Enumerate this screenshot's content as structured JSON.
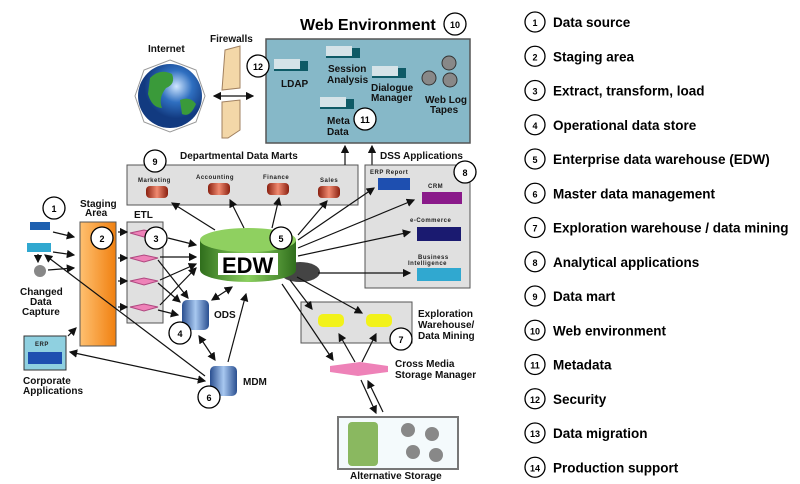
{
  "diagram": {
    "web_env": {
      "title": "Web Environment",
      "ldap": "LDAP",
      "session": [
        "Session",
        "Analysis"
      ],
      "dialogue": [
        "Dialogue",
        "Manager"
      ],
      "meta": [
        "Meta",
        "Data"
      ],
      "weblog": [
        "Web Log",
        "Tapes"
      ]
    },
    "internet": "Internet",
    "firewalls": "Firewalls",
    "marts": {
      "title": "Departmental Data Marts",
      "items": [
        "Marketing",
        "Accounting",
        "Finance",
        "Sales"
      ]
    },
    "dss": {
      "title": "DSS Applications",
      "erp_report": "ERP Report",
      "crm": "CRM",
      "ecommerce": "e-Commerce",
      "bi": [
        "Business",
        "Intelligence"
      ]
    },
    "edw": "EDW",
    "staging": [
      "Staging",
      "Area"
    ],
    "etl": "ETL",
    "cdc": [
      "Changed",
      "Data",
      "Capture"
    ],
    "erp": "ERP",
    "corp": [
      "Corporate",
      "Applications"
    ],
    "ods": "ODS",
    "mdm": "MDM",
    "exploration": [
      "Exploration",
      "Warehouse/",
      "Data Mining"
    ],
    "cmsm": [
      "Cross Media",
      "Storage Manager"
    ],
    "alt": "Alternative Storage",
    "nums": [
      "1",
      "2",
      "3",
      "4",
      "5",
      "6",
      "7",
      "8",
      "9",
      "10",
      "11",
      "12"
    ]
  },
  "legend": [
    {
      "n": "1",
      "t": "Data source"
    },
    {
      "n": "2",
      "t": "Staging area"
    },
    {
      "n": "3",
      "t": "Extract, transform, load"
    },
    {
      "n": "4",
      "t": "Operational data store"
    },
    {
      "n": "5",
      "t": "Enterprise data warehouse (EDW)"
    },
    {
      "n": "6",
      "t": "Master data management"
    },
    {
      "n": "7",
      "t": "Exploration warehouse / data mining"
    },
    {
      "n": "8",
      "t": "Analytical applications"
    },
    {
      "n": "9",
      "t": "Data mart"
    },
    {
      "n": "10",
      "t": "Web environment"
    },
    {
      "n": "11",
      "t": "Metadata"
    },
    {
      "n": "12",
      "t": "Security"
    },
    {
      "n": "13",
      "t": "Data migration"
    },
    {
      "n": "14",
      "t": "Production support"
    }
  ],
  "colors": {
    "web": "#86b8c8",
    "staging": "#f7941d",
    "edw": "#4f9a35",
    "mart": "#c8462e",
    "box": "#e0e0e0",
    "pink": "#ee82b8",
    "yellow": "#f2f21a",
    "cyl": "#4a78b8"
  }
}
